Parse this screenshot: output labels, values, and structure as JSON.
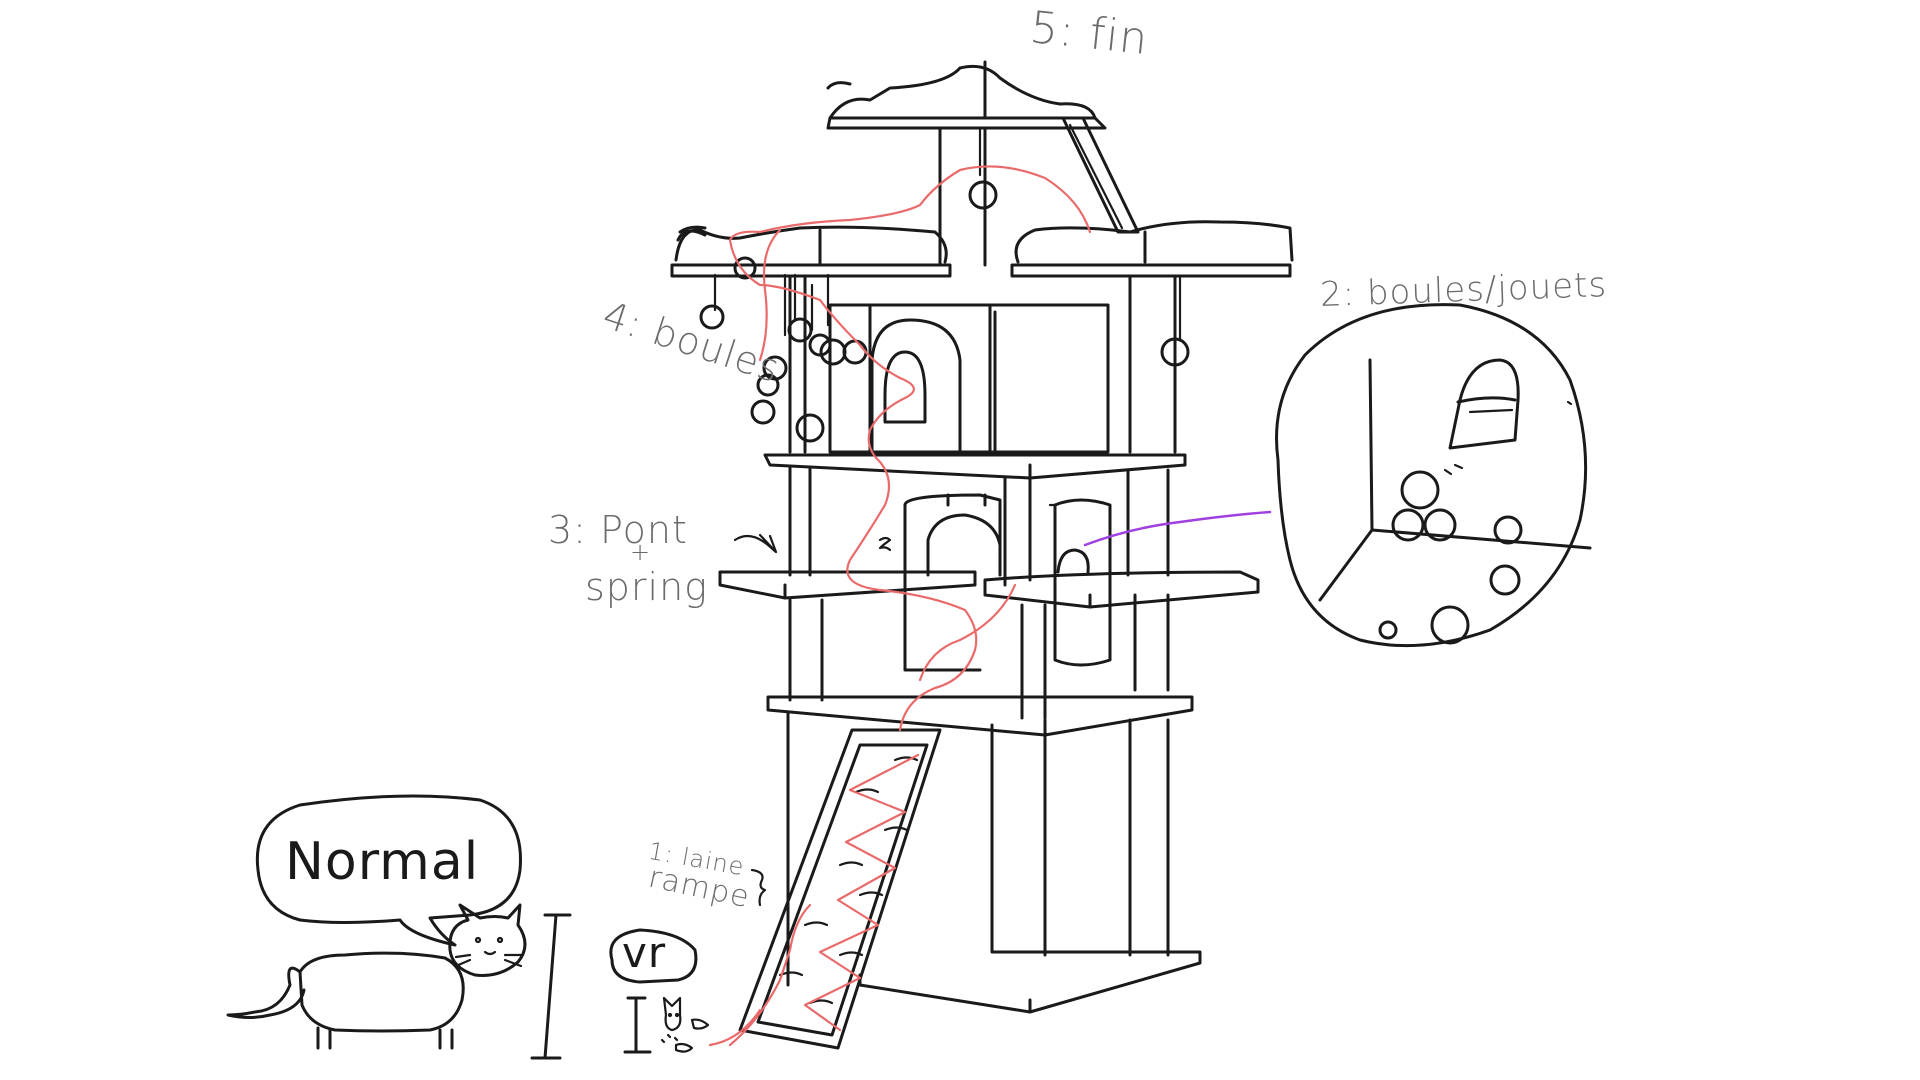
{
  "labels": {
    "step5": "5: fin",
    "step4": "4: boules",
    "step3_line1": "3: Pont",
    "step3_plus": "+",
    "step3_line2": "spring",
    "step2": "2: boules/jouets",
    "step1_line1": "1: laine",
    "step1_line2": "rampe",
    "normal_bubble": "Normal",
    "vr_bubble": "vr"
  },
  "colors": {
    "ink": "#1a1a1a",
    "path": "#e96a6a",
    "pointer": "#a040e0",
    "label_text": "#6b6b6b"
  },
  "icons": [
    "cat-icon",
    "small-cat-icon",
    "arrow-icon"
  ]
}
